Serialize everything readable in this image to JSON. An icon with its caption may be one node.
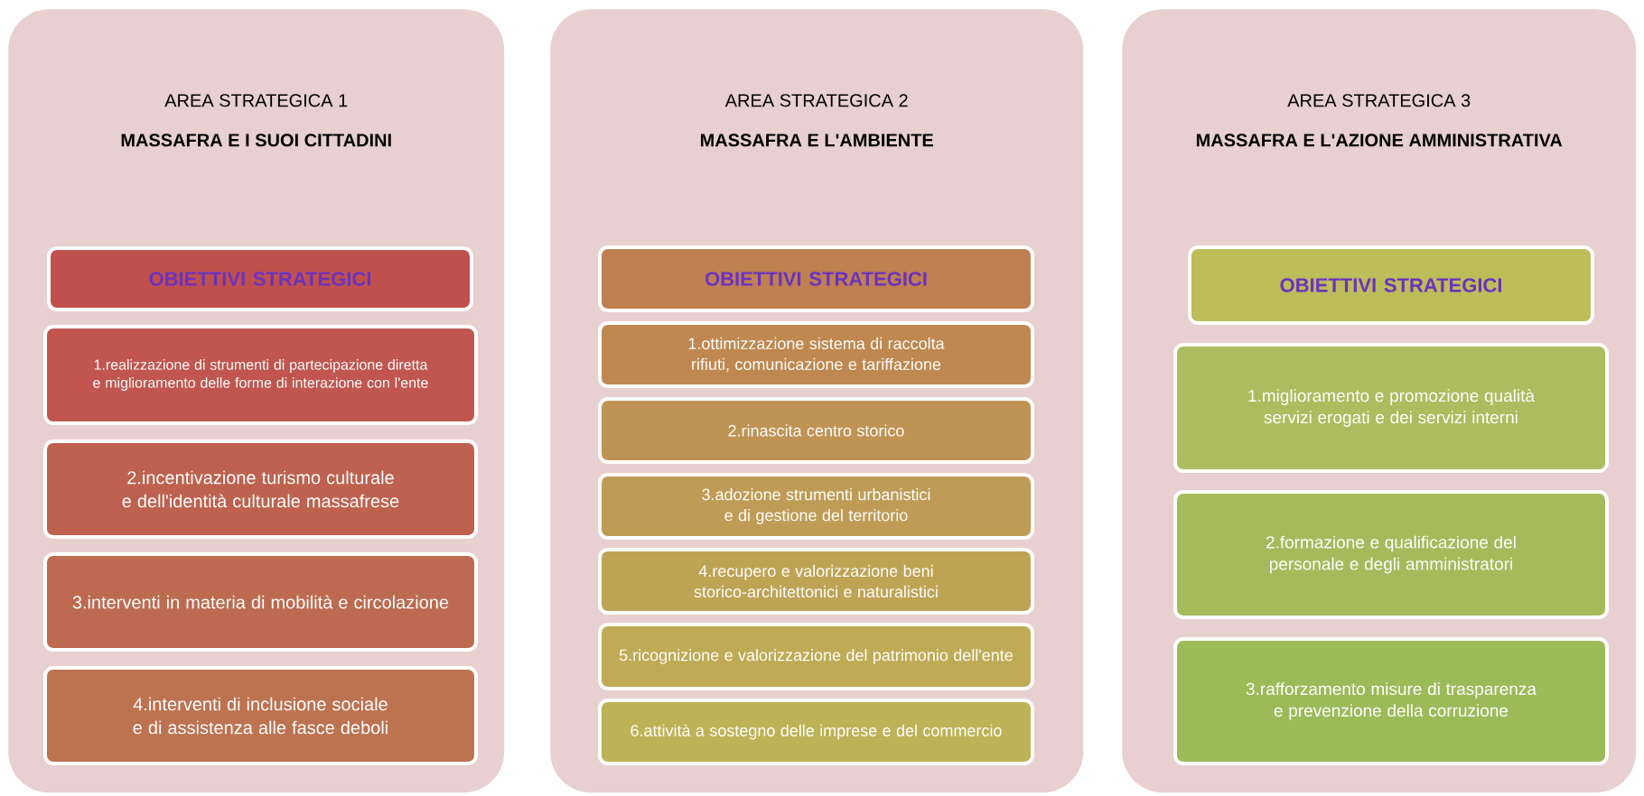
{
  "diagram": {
    "nodes": [
      {
        "text": [
          "AREA STRATEGICA 1",
          "MASSAFRA E I SUOI CITTADINI"
        ]
      },
      {
        "text": [
          "OBIETTIVI STRATEGICI"
        ],
        "in": 0
      },
      {
        "text": [
          "1.realizzazione di strumenti di partecipazione diretta e miglioramento delle forme di interazione con l'ente"
        ],
        "in": 0
      },
      {
        "text": [
          "2.incentivazione turismo culturale e dell'identità culturale massafrese"
        ],
        "in": 0
      },
      {
        "text": [
          "3.interventi in materia di mobilità e circolazione"
        ],
        "in": 0
      },
      {
        "text": [
          "4.interventi di inclusione sociale e di assistenza alle fasce deboli"
        ],
        "in": 0
      },
      {
        "text": [
          "AREA STRATEGICA 2",
          "MASSAFRA E L'AMBIENTE"
        ]
      },
      {
        "text": [
          "OBIETTIVI STRATEGICI"
        ],
        "in": 6
      },
      {
        "text": [
          "1.ottimizzazione sistema di raccolta rifiuti, comunicazione e tariffazione"
        ],
        "in": 6
      },
      {
        "text": [
          "2.rinascita centro storico"
        ],
        "in": 6
      },
      {
        "text": [
          "3.adozione strumenti urbanistici e di gestione del territorio"
        ],
        "in": 6
      },
      {
        "text": [
          "4.recupero e valorizzazione beni storico-architettonici e naturalistici"
        ],
        "in": 6
      },
      {
        "text": [
          "5.ricognizione e valorizzazione del patrimonio dell'ente"
        ],
        "in": 6
      },
      {
        "text": [
          "6.attività a sostegno delle imprese e del commercio"
        ],
        "in": 6
      },
      {
        "text": [
          "AREA STRATEGICA 3",
          "MASSAFRA E L'AZIONE AMMINISTRATIVA"
        ]
      },
      {
        "text": [
          "OBIETTIVI STRATEGICI"
        ],
        "in": 14
      },
      {
        "text": [
          "1.miglioramento e promozione qualità servizi erogati e dei servizi interni"
        ],
        "in": 14
      },
      {
        "text": [
          "2.formazione e qualificazione del personale e degli amministratori"
        ],
        "in": 14
      },
      {
        "text": [
          "3.rafforzamento misure di trasparenza e prevenzione della corruzione"
        ],
        "in": 14
      }
    ]
  }
}
